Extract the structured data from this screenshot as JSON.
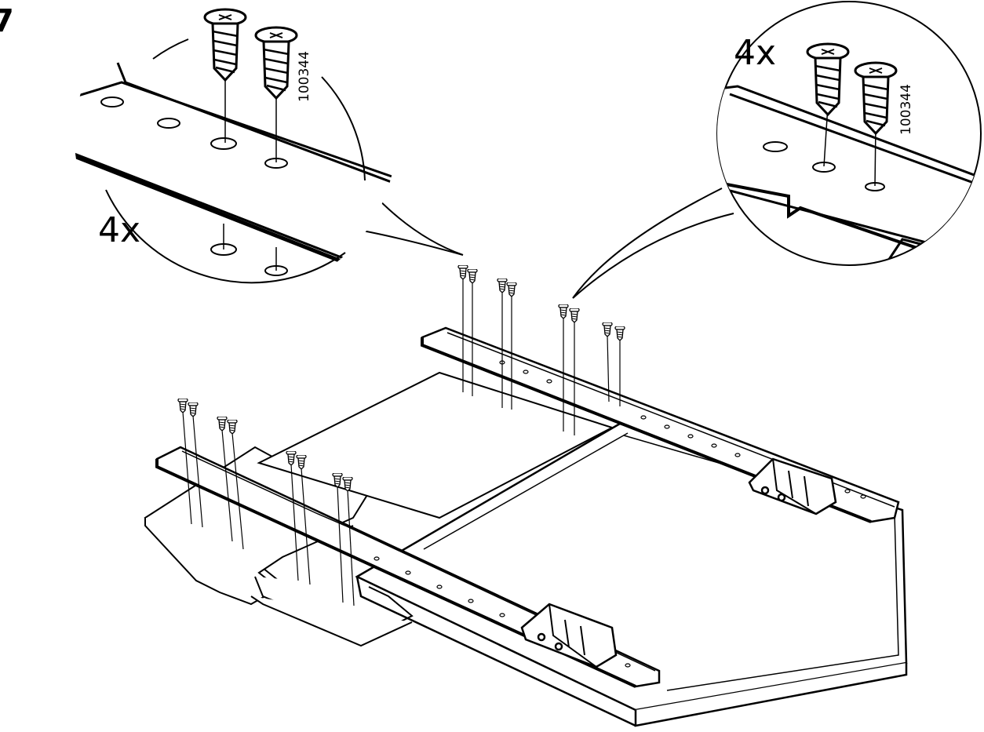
{
  "instruction": {
    "step_number": "7",
    "callouts": [
      {
        "quantity": "4x",
        "part_number": "100344"
      },
      {
        "quantity": "4x",
        "part_number": "100344"
      }
    ]
  },
  "colors": {
    "line": "#000000",
    "panel": "#f2f2f2",
    "background": "#ffffff"
  }
}
